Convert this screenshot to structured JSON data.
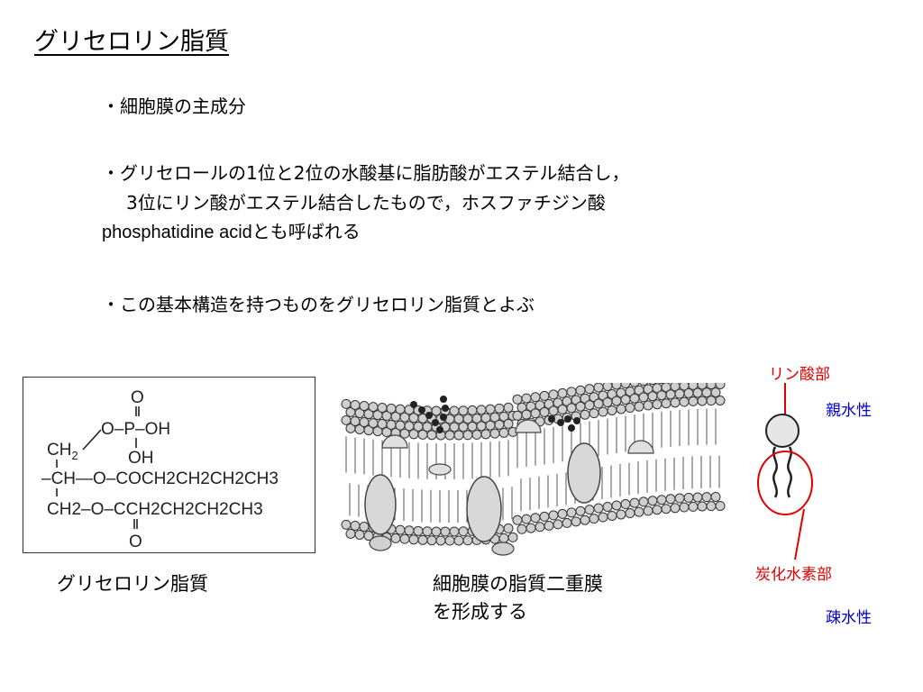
{
  "title": "グリセロリン脂質",
  "bullets": {
    "b1": "・細胞膜の主成分",
    "b2_line1": "・グリセロールの1位と2位の水酸基に脂肪酸がエステル結合し，",
    "b2_line2": "3位にリン酸がエステル結合したもので，ホスファチジン酸",
    "b2_line3": "phosphatidine acidとも呼ばれる",
    "b3": "・この基本構造を持つものをグリセロリン脂質とよぶ"
  },
  "formula": {
    "o_top": "O",
    "p_row": "O–P–OH",
    "oh": "OH",
    "ch2_top": "CH",
    "ch2_top_sub": "2",
    "ch_row": "CH—O–COCH",
    "ch_row_rest": "CH",
    "ch2_bottom": "CH",
    "ch2_bottom_rest": "–O–CCH",
    "o_bottom": "O",
    "row2_full": "–CH—O–COCH2CH2CH2CH3",
    "row3_full": "CH2–O–CCH2CH2CH2CH3"
  },
  "captions": {
    "formula": "グリセロリン脂質",
    "membrane_line1": "細胞膜の脂質二重膜",
    "membrane_line2": "を形成する"
  },
  "labels": {
    "phosphate": "リン酸部",
    "hydrophilic": "親水性",
    "hydrocarbon": "炭化水素部",
    "hydrophobic": "疎水性"
  },
  "colors": {
    "red": "#e00000",
    "blue": "#0000c8"
  }
}
